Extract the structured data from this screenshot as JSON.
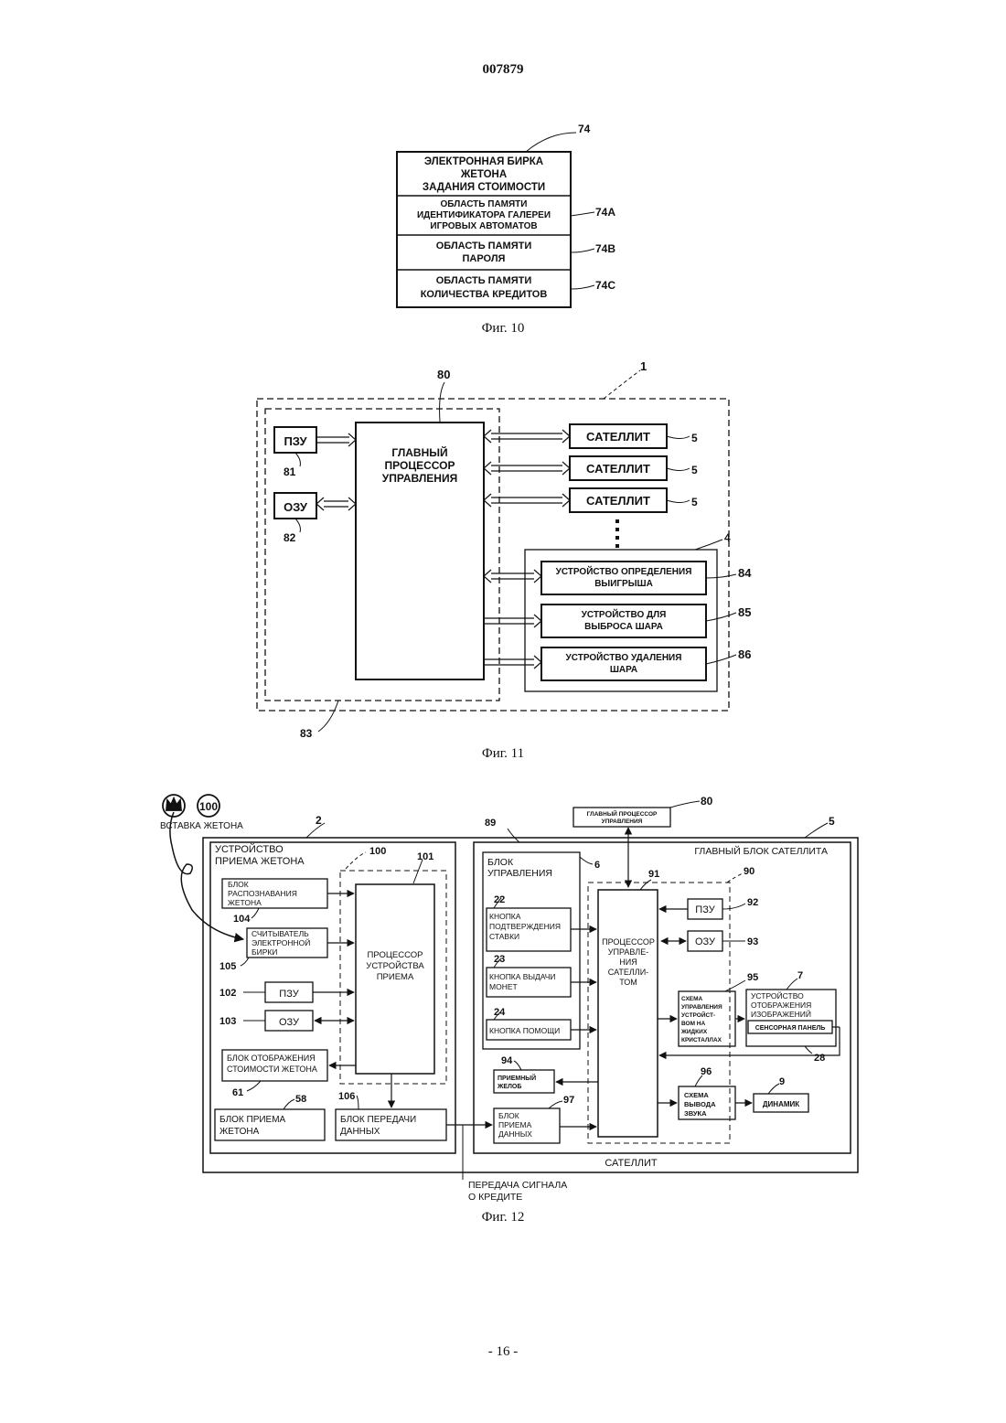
{
  "header": {
    "doc_number": "007879"
  },
  "fig10": {
    "ref": "74",
    "title_lines": [
      "ЭЛЕКТРОННАЯ БИРКА",
      "ЖЕТОНА",
      "ЗАДАНИЯ СТОИМОСТИ"
    ],
    "area_a": {
      "lines": [
        "ОБЛАСТЬ ПАМЯТИ",
        "ИДЕНТИФИКАТОРА ГАЛЕРЕИ",
        "ИГРОВЫХ АВТОМАТОВ"
      ],
      "ref": "74A"
    },
    "area_b": {
      "lines": [
        "ОБЛАСТЬ ПАМЯТИ",
        "ПАРОЛЯ"
      ],
      "ref": "74B"
    },
    "area_c": {
      "lines": [
        "ОБЛАСТЬ ПАМЯТИ",
        "КОЛИЧЕСТВА КРЕДИТОВ"
      ],
      "ref": "74C"
    },
    "caption": "Фиг. 10"
  },
  "fig11": {
    "ref_system": "1",
    "ref_cpu": "80",
    "ref_group": "83",
    "rom": {
      "label": "ПЗУ",
      "ref": "81"
    },
    "ram": {
      "label": "ОЗУ",
      "ref": "82"
    },
    "cpu_lines": [
      "ГЛАВНЫЙ",
      "ПРОЦЕССОР",
      "УПРАВЛЕНИЯ"
    ],
    "satellites": [
      {
        "label": "САТЕЛЛИТ",
        "ref": "5"
      },
      {
        "label": "САТЕЛЛИТ",
        "ref": "5"
      },
      {
        "label": "САТЕЛЛИТ",
        "ref": "5"
      }
    ],
    "ref_field": "4",
    "field_devices": [
      {
        "lines": [
          "УСТРОЙСТВО  ОПРЕДЕЛЕНИЯ",
          "ВЫИГРЫША"
        ],
        "ref": "84"
      },
      {
        "lines": [
          "УСТРОЙСТВО ДЛЯ",
          "ВЫБРОСА ШАРА"
        ],
        "ref": "85"
      },
      {
        "lines": [
          "УСТРОЙСТВО УДАЛЕНИЯ",
          "ШАРА"
        ],
        "ref": "86"
      }
    ],
    "caption": "Фиг. 11"
  },
  "fig12": {
    "token_ref": "100",
    "token_insert": "ВСТАВКА ЖЕТОНА",
    "acceptor": {
      "ref": "2",
      "lines": [
        "УСТРОЙСТВО",
        "ПРИЕМА ЖЕТОНА"
      ]
    },
    "ref_group_100": "100",
    "ref_cpu_101": "101",
    "recognizer": {
      "lines": [
        "БЛОК",
        "РАСПОЗНАВАНИЯ",
        "ЖЕТОНА"
      ],
      "ref": "104"
    },
    "tag_reader": {
      "lines": [
        "СЧИТЫВАТЕЛЬ",
        "ЭЛЕКТРОННОЙ",
        "БИРКИ"
      ],
      "ref": "105"
    },
    "rom": {
      "label": "ПЗУ",
      "ref": "102"
    },
    "ram": {
      "label": "ОЗУ",
      "ref": "103"
    },
    "cpu_lines": [
      "ПРОЦЕССОР",
      "УСТРОЙСТВА",
      "ПРИЕМА"
    ],
    "value_display": {
      "lines": [
        "БЛОК ОТОБРАЖЕНИЯ",
        "СТОИМОСТИ ЖЕТОНА"
      ],
      "ref": "61"
    },
    "token_receiver": {
      "lines": [
        "БЛОК ПРИЕМА",
        "ЖЕТОНА"
      ],
      "ref": "58"
    },
    "data_tx": {
      "lines": [
        "БЛОК ПЕРЕДАЧИ",
        "ДАННЫХ"
      ],
      "ref": "106"
    },
    "main_cpu": {
      "lines": [
        "ГЛАВНЫЙ ПРОЦЕССОР",
        "УПРАВЛЕНИЯ"
      ],
      "ref": "80"
    },
    "satellite_ref": "5",
    "main_block_label": "ГЛАВНЫЙ БЛОК САТЕЛЛИТА",
    "ref_89": "89",
    "control_block": {
      "lines": [
        "БЛОК",
        "УПРАВЛЕНИЯ"
      ],
      "ref": "6"
    },
    "btn_bet": {
      "lines": [
        "КНОПКА",
        "ПОДТВЕРЖДЕНИЯ",
        "СТАВКИ"
      ],
      "ref": "22"
    },
    "btn_payout": {
      "lines": [
        "КНОПКА ВЫДАЧИ",
        "МОНЕТ"
      ],
      "ref": "23"
    },
    "btn_help": {
      "lines": [
        "КНОПКА ПОМОЩИ"
      ],
      "ref": "24"
    },
    "sat_cpu": {
      "lines": [
        "ПРОЦЕССОР",
        "УПРАВЛЕ-",
        "НИЯ",
        "САТЕЛЛИ-",
        "ТОМ"
      ],
      "ref": "91"
    },
    "ref_group_90": "90",
    "rom2": {
      "label": "ПЗУ",
      "ref": "92"
    },
    "ram2": {
      "label": "ОЗУ",
      "ref": "93"
    },
    "lcd_ctrl": {
      "lines": [
        "СХЕМА",
        "УПРАВЛЕНИЯ",
        "УСТРОЙСТ-",
        "ВОМ НА",
        "ЖИДКИХ",
        "КРИСТАЛЛАХ"
      ],
      "ref": "95"
    },
    "display": {
      "lines": [
        "УСТРОЙСТВО",
        "ОТОБРАЖЕНИЯ",
        "ИЗОБРАЖЕНИЙ"
      ],
      "ref": "7"
    },
    "touch_panel": {
      "label": "СЕНСОРНАЯ ПАНЕЛЬ",
      "ref": "28"
    },
    "chute": {
      "lines": [
        "ПРИЕМНЫЙ",
        "ЖЕЛОБ"
      ],
      "ref": "94"
    },
    "data_rx": {
      "lines": [
        "БЛОК",
        "ПРИЕМА",
        "ДАННЫХ"
      ],
      "ref": "97"
    },
    "sound": {
      "lines": [
        "СХЕМА",
        "ВЫВОДА",
        "ЗВУКА"
      ],
      "ref": "96"
    },
    "speaker": {
      "label": "ДИНАМИК",
      "ref": "9"
    },
    "satellite_label": "САТЕЛЛИТ",
    "credit_signal_lines": [
      "ПЕРЕДАЧА СИГНАЛА",
      "О КРЕДИТЕ"
    ],
    "caption": "Фиг. 12"
  },
  "footer": {
    "page_number": "- 16 -"
  }
}
